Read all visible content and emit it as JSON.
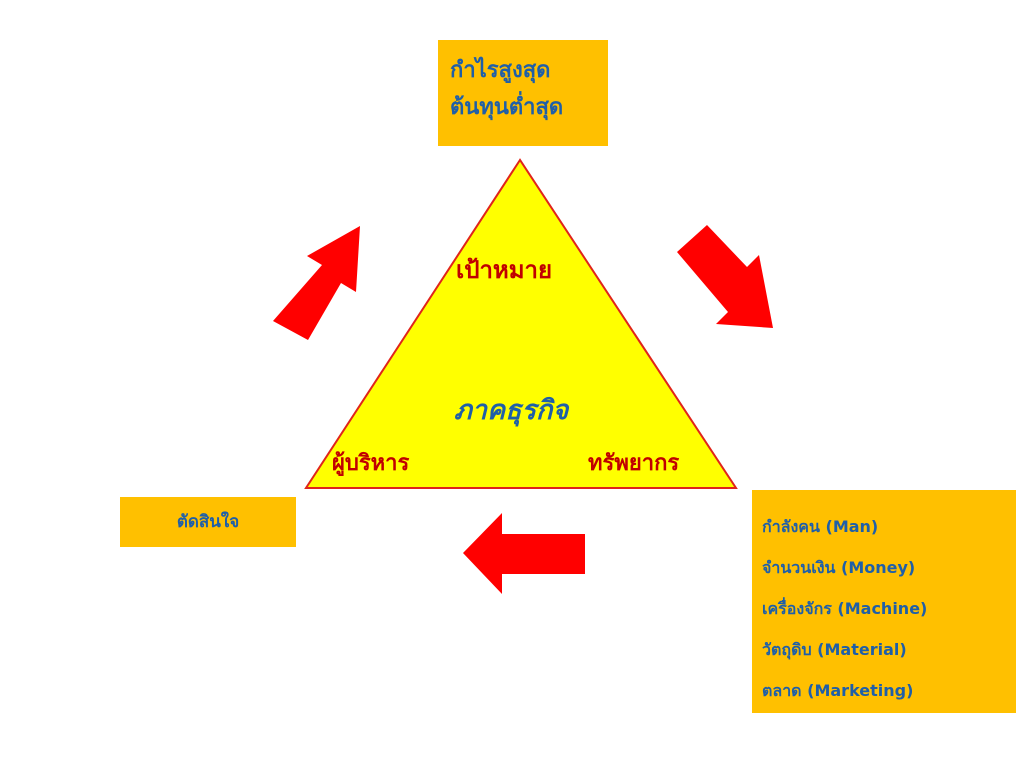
{
  "colors": {
    "box_fill": "#ffc000",
    "triangle_fill": "#ffff00",
    "triangle_border": "#e0241a",
    "arrow_fill": "#ff0000",
    "text_blue": "#1f5fa8",
    "text_red": "#c00000"
  },
  "top_box": {
    "lines": [
      "กำไรสูงสุด",
      "ต้นทุนต่ำสุด"
    ]
  },
  "left_box": {
    "text": "ตัดสินใจ"
  },
  "right_box": {
    "lines": [
      "กำลังคน (Man)",
      "จำนวนเงิน (Money)",
      "เครื่องจักร (Machine)",
      "วัตถุดิบ (Material)",
      "ตลาด (Marketing)"
    ]
  },
  "triangle": {
    "top_label": "เป้าหมาย",
    "center_label": "ภาคธุรกิจ",
    "left_label": "ผู้บริหาร",
    "right_label": "ทรัพยากร"
  },
  "arrows": [
    {
      "name": "arrow-to-top",
      "direction": "up-right"
    },
    {
      "name": "arrow-to-right",
      "direction": "down-right"
    },
    {
      "name": "arrow-to-left",
      "direction": "left"
    }
  ]
}
